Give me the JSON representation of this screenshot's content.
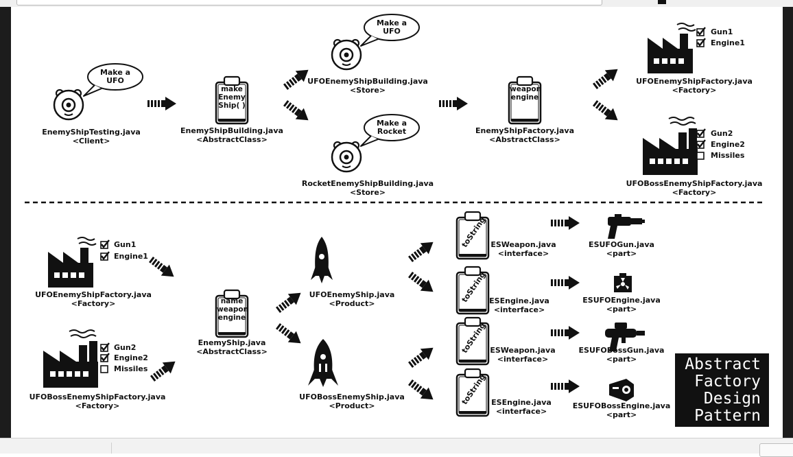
{
  "title": "Abstract\nFactory\nDesign\nPattern",
  "top": {
    "client": {
      "label": "EnemyShipTesting.java",
      "stereotype": "<Client>",
      "speech": "Make a\nUFO"
    },
    "building": {
      "label": "EnemyShipBuilding.java",
      "stereotype": "<AbstractClass>",
      "note": "make\nEnemy\nShip( )"
    },
    "ufo_building": {
      "label": "UFOEnemyShipBuilding.java",
      "stereotype": "<Store>",
      "speech": "Make a\nUFO"
    },
    "rocket_building": {
      "label": "RocketEnemyShipBuilding.java",
      "stereotype": "<Store>",
      "speech": "Make a\nRocket"
    },
    "factory": {
      "label": "EnemyShipFactory.java",
      "stereotype": "<AbstractClass>",
      "note": "weapon\nengine"
    },
    "ufo_factory": {
      "label": "UFOEnemyShipFactory.java",
      "stereotype": "<Factory>",
      "checks": [
        "Gun1",
        "Engine1"
      ]
    },
    "boss_factory": {
      "label": "UFOBossEnemyShipFactory.java",
      "stereotype": "<Factory>",
      "checks": [
        "Gun2",
        "Engine2",
        "Missiles"
      ]
    }
  },
  "bottom": {
    "ufo_factory": {
      "label": "UFOEnemyShipFactory.java",
      "stereotype": "<Factory>",
      "checks": [
        "Gun1",
        "Engine1"
      ]
    },
    "boss_factory": {
      "label": "UFOBossEnemyShipFactory.java",
      "stereotype": "<Factory>",
      "checks": [
        "Gun2",
        "Engine2",
        "Missiles"
      ]
    },
    "enemyship": {
      "label": "EnemyShip.java",
      "stereotype": "<AbstractClass>",
      "note": "name\nweapon\nengine"
    },
    "ufo_ship": {
      "label": "UFOEnemyShip.java",
      "stereotype": "<Product>"
    },
    "boss_ship": {
      "label": "UFOBossEnemyShip.java",
      "stereotype": "<Product>"
    },
    "interfaces": [
      {
        "label": "ESWeapon.java",
        "stereotype": "<interface>",
        "note": "toString"
      },
      {
        "label": "ESEngine.java",
        "stereotype": "<interface>",
        "note": "toString"
      },
      {
        "label": "ESWeapon.java",
        "stereotype": "<interface>",
        "note": "toString"
      },
      {
        "label": "ESEngine.java",
        "stereotype": "<interface>",
        "note": "toString"
      }
    ],
    "parts": [
      {
        "label": "ESUFOGun.java",
        "stereotype": "<part>"
      },
      {
        "label": "ESUFOEngine.java",
        "stereotype": "<part>"
      },
      {
        "label": "ESUFOBossGun.java",
        "stereotype": "<part>"
      },
      {
        "label": "ESUFOBossEngine.java",
        "stereotype": "<part>"
      }
    ]
  }
}
